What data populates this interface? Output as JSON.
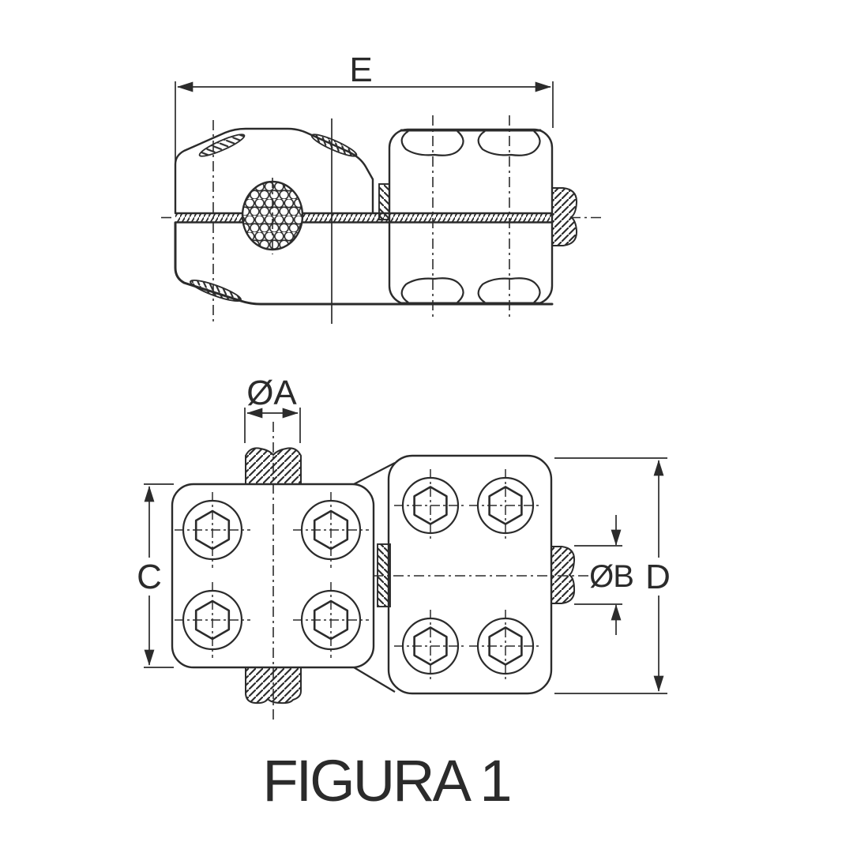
{
  "figure": {
    "title": "FIGURA 1"
  },
  "dimensions": {
    "overall_width": "E",
    "conductor_diameter": "ØA",
    "left_body_height": "C",
    "stud_diameter": "ØB",
    "right_body_height": "D"
  },
  "colors": {
    "line": "#2b2b2b",
    "background": "#ffffff"
  }
}
